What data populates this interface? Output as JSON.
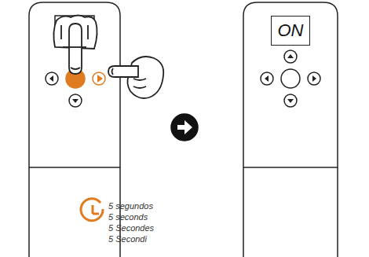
{
  "diagram": {
    "nodes": [
      {
        "text": [
          "ON"
        ]
      }
    ],
    "labels": [
      "5 segundos",
      "5 seconds",
      "5 Secondes",
      "5 Secondi"
    ]
  }
}
